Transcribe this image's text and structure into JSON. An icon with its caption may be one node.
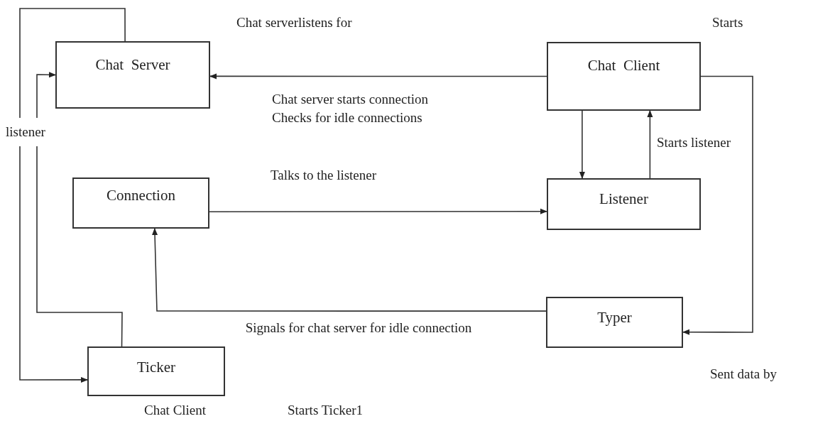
{
  "diagram": {
    "nodes": [
      {
        "text": [
          "Chat  Server"
        ]
      },
      {
        "text": [
          "Chat  Client"
        ]
      },
      {
        "text": [
          "Connection"
        ]
      },
      {
        "text": [
          "Listener"
        ]
      },
      {
        "text": [
          "Typer"
        ]
      },
      {
        "text": [
          "Ticker"
        ]
      }
    ],
    "edges": [
      {
        "from": 1,
        "to": 0,
        "arrow": "to"
      },
      {
        "from": 1,
        "to": 3,
        "arrow": "to"
      },
      {
        "from": 3,
        "to": 1,
        "arrow": "to"
      },
      {
        "from": 2,
        "to": 3,
        "arrow": "to"
      },
      {
        "from": 1,
        "to": 4,
        "arrow": "to"
      },
      {
        "from": 4,
        "to": 2,
        "arrow": "to"
      },
      {
        "from": 0,
        "to": 5,
        "arrow": "to"
      },
      {
        "from": 5,
        "to": 0,
        "arrow": "to"
      }
    ],
    "labels": [
      "Chat serverlistens for",
      "Starts",
      "Chat server starts connection",
      "Checks for idle connections",
      "listener",
      "Starts listener",
      "Talks to the listener",
      "Signals for chat server for idle connection",
      "Sent data by",
      "Chat Client",
      "Starts Ticker1"
    ]
  }
}
